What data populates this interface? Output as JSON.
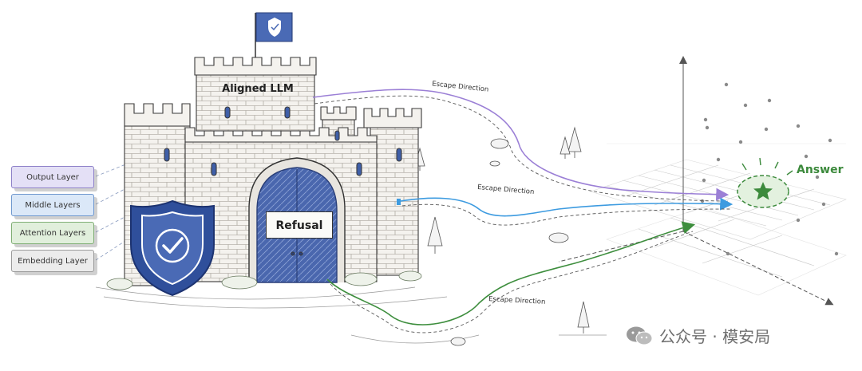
{
  "layers": {
    "output": "Output Layer",
    "middle": "Middle Layers",
    "attention": "Attention Layers",
    "embedding": "Embedding Layer"
  },
  "castle": {
    "title": "Aligned LLM",
    "gate_label": "Refusal"
  },
  "paths": {
    "top": "Escape Direction",
    "middle": "Escape Direction",
    "bottom": "Escape Direction"
  },
  "target": {
    "label": "Answer"
  },
  "watermark": {
    "text": "公众号 · 模安局"
  },
  "colors": {
    "purple_path": "#9b7fd6",
    "blue_path": "#3d9be0",
    "green_path": "#3e8e3e",
    "shield_blue": "#2f4f9b",
    "gate_blue": "#3f5fa8",
    "answer_green": "#3c8a3c"
  },
  "icons": [
    "shield-check-icon",
    "flag-icon",
    "star-icon",
    "wechat-icon"
  ]
}
